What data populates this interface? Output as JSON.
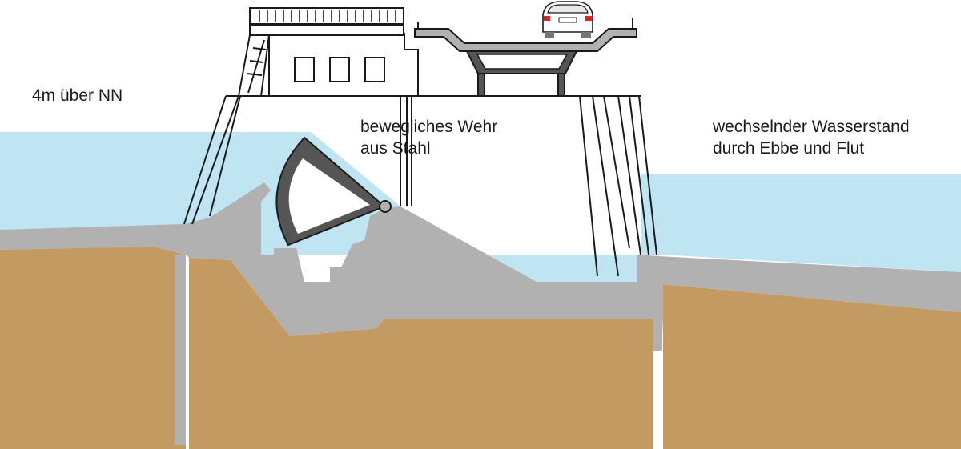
{
  "labels": {
    "height_marker": "4m über NN",
    "weir": [
      "bewegliches Wehr",
      "aus Stahl"
    ],
    "water_level": [
      "wechselnder Wasserstand",
      "durch Ebbe und Flut"
    ]
  },
  "colors": {
    "water": "#bfe4f2",
    "concrete": "#b2b1b2",
    "soil": "#c49a63",
    "gate_frame": "#555555",
    "outline": "#1a1a1a",
    "car_light": "#e0201c"
  }
}
